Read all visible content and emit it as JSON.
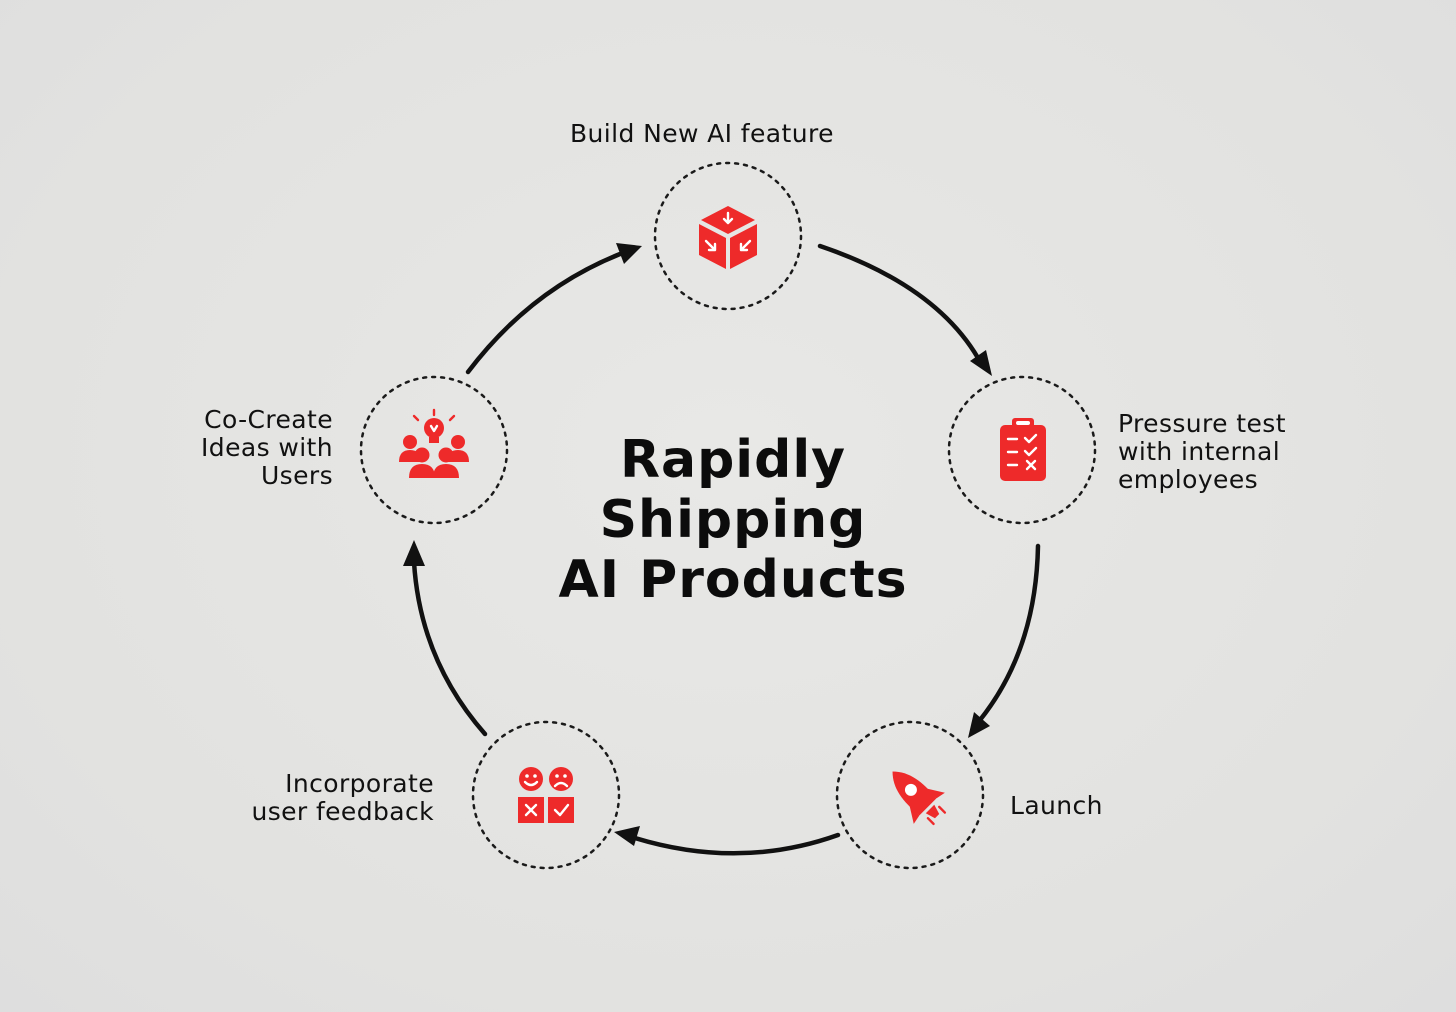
{
  "title": [
    "Rapidly",
    "Shipping",
    "AI Products"
  ],
  "steps": [
    {
      "label": [
        "Build New AI feature"
      ],
      "icon": "box-arrows-icon"
    },
    {
      "label": [
        "Pressure test",
        "with internal",
        "employees"
      ],
      "icon": "clipboard-checklist-icon"
    },
    {
      "label": [
        "Launch"
      ],
      "icon": "rocket-icon"
    },
    {
      "label": [
        "Incorporate",
        "user feedback"
      ],
      "icon": "feedback-faces-icon"
    },
    {
      "label": [
        "Co-Create",
        "Ideas with",
        "Users"
      ],
      "icon": "team-idea-icon"
    }
  ],
  "colors": {
    "accent": "#ee2a2a",
    "ink": "#111111",
    "background": "#e4e4e2"
  }
}
